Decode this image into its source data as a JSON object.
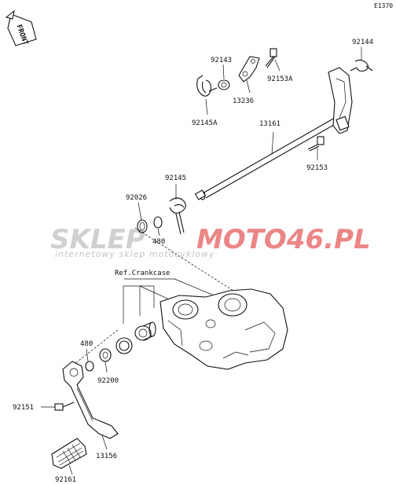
{
  "diagram_code": "E1370",
  "front_label": "FRONT",
  "reference_label": "Ref.Crankcase",
  "watermark": {
    "left": "SKLEP",
    "right": "MOTO46.PL",
    "tagline": "internetowy sklep motocyklowy",
    "color_grey": "#c8c8c8",
    "color_red": "#e87272"
  },
  "parts": [
    {
      "id": "p-92144",
      "number": "92144"
    },
    {
      "id": "p-92143",
      "number": "92143"
    },
    {
      "id": "p-13236",
      "number": "13236"
    },
    {
      "id": "p-92153A",
      "number": "92153A"
    },
    {
      "id": "p-92145A",
      "number": "92145A"
    },
    {
      "id": "p-13161",
      "number": "13161"
    },
    {
      "id": "p-92153",
      "number": "92153"
    },
    {
      "id": "p-92145",
      "number": "92145"
    },
    {
      "id": "p-92026",
      "number": "92026"
    },
    {
      "id": "p-480-a",
      "number": "480"
    },
    {
      "id": "p-480-b",
      "number": "480"
    },
    {
      "id": "p-92200",
      "number": "92200"
    },
    {
      "id": "p-92151",
      "number": "92151"
    },
    {
      "id": "p-13156",
      "number": "13156"
    },
    {
      "id": "p-92161",
      "number": "92161"
    }
  ]
}
